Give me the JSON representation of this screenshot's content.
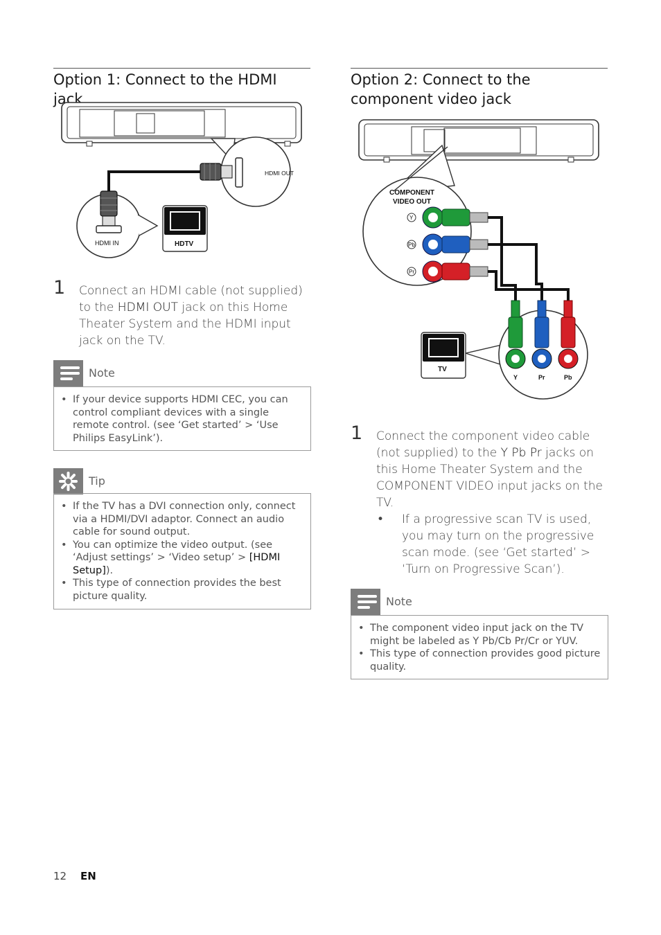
{
  "left": {
    "heading": "Option 1: Connect to the HDMI jack",
    "diagram": {
      "hdmi_out_label": "HDMI OUT",
      "hdmi_in_label": "HDMI IN",
      "tv_label": "HDTV"
    },
    "step": {
      "number": "1",
      "text_pre": "Connect an HDMI cable (not supplied) to the ",
      "text_bold": "HDMI OUT",
      "text_post": " jack on this Home Theater System and the HDMI input jack on the TV."
    },
    "note": {
      "label": "Note",
      "items": [
        "If your device supports HDMI CEC, you can control compliant devices with a single remote control. (see ‘Get started’ > ‘Use Philips EasyLink’)."
      ]
    },
    "tip": {
      "label": "Tip",
      "items": [
        "If the TV has a DVI connection only, connect via a HDMI/DVI adaptor. Connect an audio cable for sound output.",
        "You can optimize the video output. (see ‘Adjust settings’ > ‘Video setup’ > ",
        "This type of connection provides the best picture quality."
      ],
      "item2_bold": "[HDMI Setup]",
      "item2_tail": ")."
    }
  },
  "right": {
    "heading": "Option 2: Connect to the component video jack",
    "diagram": {
      "component_label_line1": "COMPONENT",
      "component_label_line2": "VIDEO OUT",
      "jack_y": "Y",
      "jack_pb": "Pb",
      "jack_pr": "Pr",
      "tv_label": "TV",
      "tv_jack_y": "Y",
      "tv_jack_pr": "Pr",
      "tv_jack_pb": "Pb"
    },
    "step": {
      "number": "1",
      "text_pre": "Connect the component video cable (not supplied) to the ",
      "text_bold": "Y Pb Pr",
      "text_post": " jacks on this Home Theater System and the COMPONENT VIDEO input jacks on the TV.",
      "sub_bullet": "If a progressive scan TV is used, you may turn on the progressive scan mode. (see ‘Get started’ > ‘Turn on Progressive Scan’)."
    },
    "note": {
      "label": "Note",
      "items": [
        "The component video input jack on the TV might be labeled as Y Pb/Cb Pr/Cr or YUV.",
        "This type of connection provides good picture quality."
      ]
    }
  },
  "footer": {
    "page_number": "12",
    "language": "EN"
  },
  "colors": {
    "green": "#1f9a3a",
    "blue": "#1f5fbf",
    "red": "#d42027",
    "box_grey": "#7d7d7d"
  }
}
